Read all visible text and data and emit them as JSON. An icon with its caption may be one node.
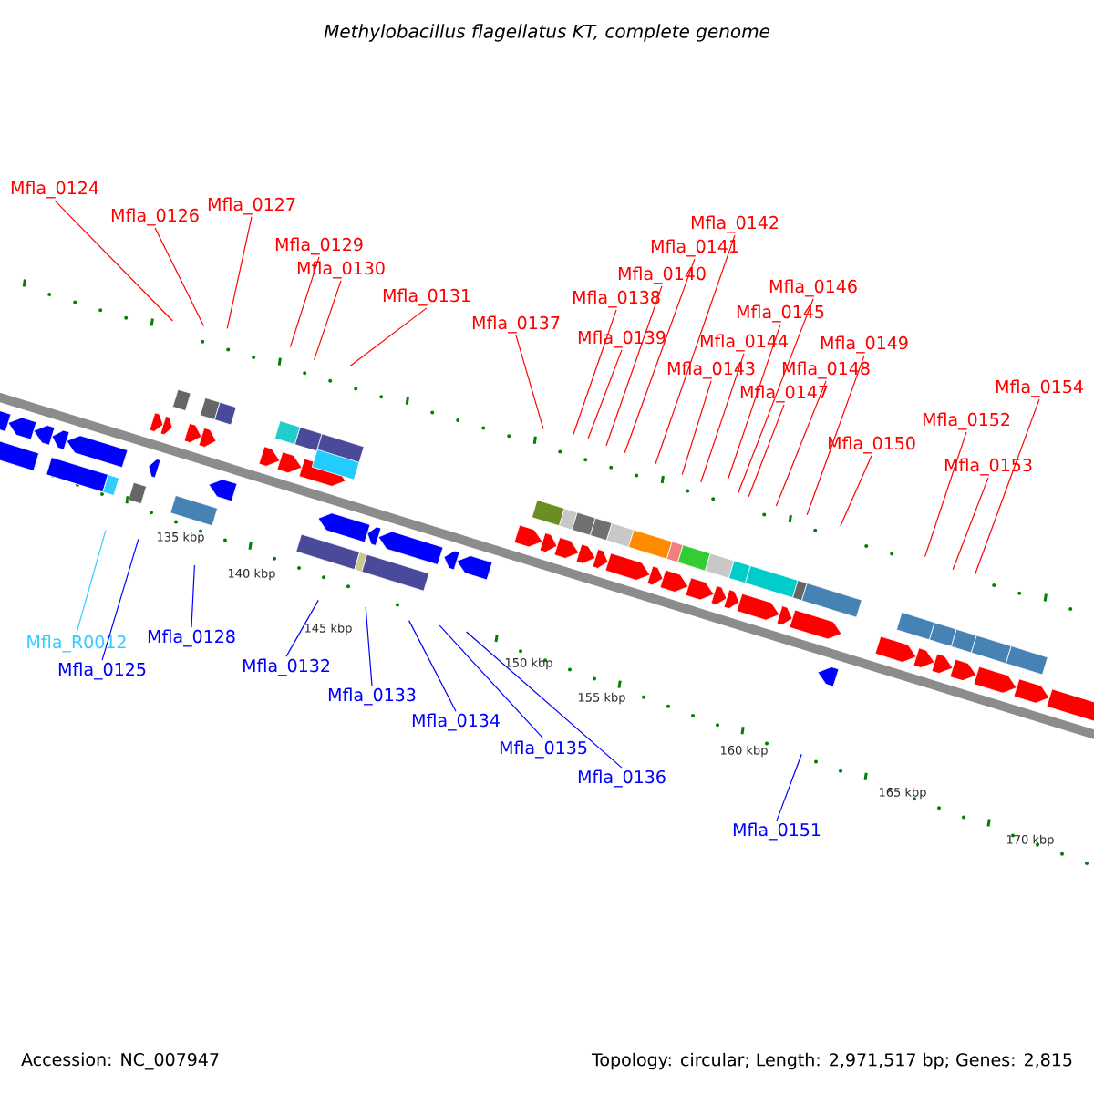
{
  "diagram": {
    "title": "Methylobacillus flagellatus KT, complete genome",
    "nodes": [
      {
        "text": [
          "Mfla_0124"
        ]
      },
      {
        "text": [
          "Mfla_0126"
        ]
      },
      {
        "text": [
          "Mfla_0127"
        ]
      },
      {
        "text": [
          "Mfla_0129"
        ]
      },
      {
        "text": [
          "Mfla_0130"
        ]
      },
      {
        "text": [
          "Mfla_0131"
        ]
      },
      {
        "text": [
          "Mfla_0137"
        ]
      },
      {
        "text": [
          "Mfla_0138"
        ]
      },
      {
        "text": [
          "Mfla_0139"
        ]
      },
      {
        "text": [
          "Mfla_0140"
        ]
      },
      {
        "text": [
          "Mfla_0141"
        ]
      },
      {
        "text": [
          "Mfla_0142"
        ]
      },
      {
        "text": [
          "Mfla_0143"
        ]
      },
      {
        "text": [
          "Mfla_0144"
        ]
      },
      {
        "text": [
          "Mfla_0145"
        ]
      },
      {
        "text": [
          "Mfla_0146"
        ]
      },
      {
        "text": [
          "Mfla_0147"
        ]
      },
      {
        "text": [
          "Mfla_0148"
        ]
      },
      {
        "text": [
          "Mfla_0149"
        ]
      },
      {
        "text": [
          "Mfla_0150"
        ]
      },
      {
        "text": [
          "Mfla_0152"
        ]
      },
      {
        "text": [
          "Mfla_0153"
        ]
      },
      {
        "text": [
          "Mfla_0154"
        ]
      },
      {
        "text": [
          "Mfla_R0012"
        ]
      },
      {
        "text": [
          "Mfla_0125"
        ]
      },
      {
        "text": [
          "Mfla_0128"
        ]
      },
      {
        "text": [
          "Mfla_0132"
        ]
      },
      {
        "text": [
          "Mfla_0133"
        ]
      },
      {
        "text": [
          "Mfla_0134"
        ]
      },
      {
        "text": [
          "Mfla_0135"
        ]
      },
      {
        "text": [
          "Mfla_0136"
        ]
      },
      {
        "text": [
          "Mfla_0151"
        ]
      }
    ],
    "edges": [
      {
        "from": 0,
        "to": null,
        "arrow": "none"
      },
      {
        "from": 1,
        "to": null,
        "arrow": "none"
      },
      {
        "from": 2,
        "to": null,
        "arrow": "none"
      },
      {
        "from": 3,
        "to": null,
        "arrow": "none"
      },
      {
        "from": 4,
        "to": null,
        "arrow": "none"
      },
      {
        "from": 5,
        "to": null,
        "arrow": "none"
      },
      {
        "from": 6,
        "to": null,
        "arrow": "none"
      },
      {
        "from": 7,
        "to": null,
        "arrow": "none"
      },
      {
        "from": 8,
        "to": null,
        "arrow": "none"
      },
      {
        "from": 9,
        "to": null,
        "arrow": "none"
      },
      {
        "from": 10,
        "to": null,
        "arrow": "none"
      },
      {
        "from": 11,
        "to": null,
        "arrow": "none"
      },
      {
        "from": 12,
        "to": null,
        "arrow": "none"
      },
      {
        "from": 13,
        "to": null,
        "arrow": "none"
      },
      {
        "from": 14,
        "to": null,
        "arrow": "none"
      },
      {
        "from": 15,
        "to": null,
        "arrow": "none"
      },
      {
        "from": 16,
        "to": null,
        "arrow": "none"
      },
      {
        "from": 17,
        "to": null,
        "arrow": "none"
      },
      {
        "from": 18,
        "to": null,
        "arrow": "none"
      },
      {
        "from": 19,
        "to": null,
        "arrow": "none"
      },
      {
        "from": 20,
        "to": null,
        "arrow": "none"
      },
      {
        "from": 21,
        "to": null,
        "arrow": "none"
      },
      {
        "from": 22,
        "to": null,
        "arrow": "none"
      },
      {
        "from": 23,
        "to": null,
        "arrow": "none",
        "color": "#33ccff"
      },
      {
        "from": 24,
        "to": null,
        "arrow": "none",
        "color": "#0000ff"
      },
      {
        "from": 25,
        "to": null,
        "arrow": "none",
        "color": "#0000ff"
      },
      {
        "from": 26,
        "to": null,
        "arrow": "none",
        "color": "#0000ff"
      },
      {
        "from": 27,
        "to": null,
        "arrow": "none",
        "color": "#0000ff"
      },
      {
        "from": 28,
        "to": null,
        "arrow": "none",
        "color": "#0000ff"
      },
      {
        "from": 29,
        "to": null,
        "arrow": "none",
        "color": "#0000ff"
      },
      {
        "from": 30,
        "to": null,
        "arrow": "none",
        "color": "#0000ff"
      },
      {
        "from": 31,
        "to": null,
        "arrow": "none",
        "color": "#0000ff"
      }
    ],
    "labels": [
      "135 kbp",
      "140 kbp",
      "145 kbp",
      "150 kbp",
      "155 kbp",
      "160 kbp",
      "165 kbp",
      "170 kbp",
      "Accession: NC_007947",
      "Topology: circular; Length: 2,971,517 bp; Genes: 2,815"
    ]
  }
}
